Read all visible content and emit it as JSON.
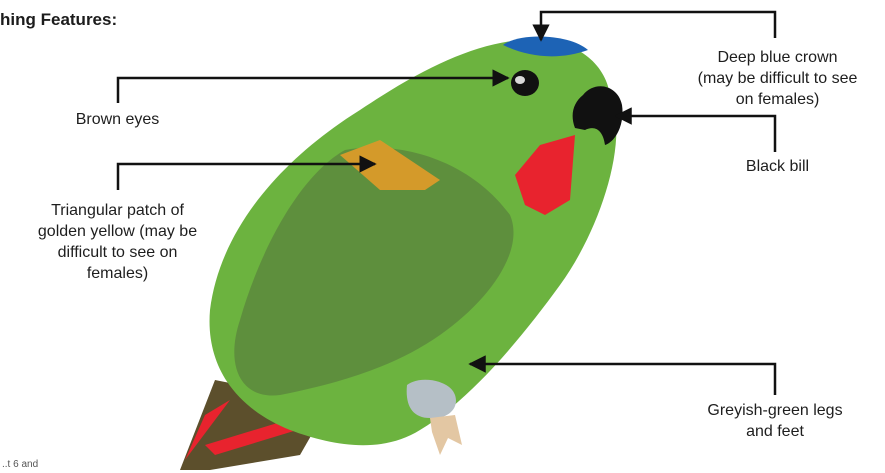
{
  "heading": "hing Features:",
  "footer_fragment": "..t 6 and",
  "labels": {
    "crown": "Deep blue crown\n(may be difficult to see\non females)",
    "eyes": "Brown eyes",
    "bill": "Black bill",
    "patch": "Triangular patch of\ngolden yellow (may be\ndifficult to see on\nfemales)",
    "legs": "Greyish-green legs\nand feet"
  },
  "colors": {
    "body_green": "#6cb33f",
    "dark_green": "#5e8f3d",
    "brown_olive": "#5c4f2c",
    "red": "#e8232e",
    "gold": "#d49a2a",
    "blue": "#1d63b5",
    "black": "#111111",
    "leg_grey": "#b5bfc6",
    "foot_tan": "#e3c7a3"
  },
  "icons": [
    "arrow-icon"
  ]
}
